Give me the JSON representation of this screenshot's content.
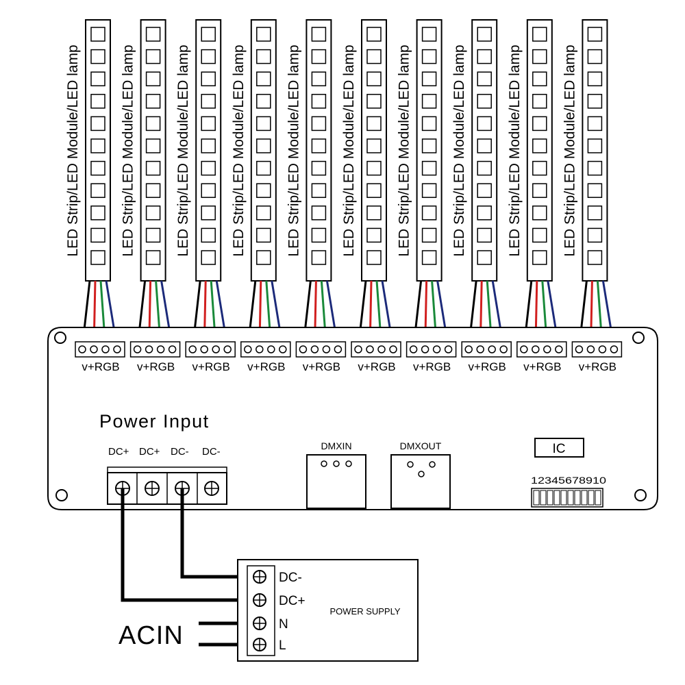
{
  "strip_label": "LED Strip/LED Module/LED lamp",
  "channel_label": "v+RGB",
  "channel_count": 10,
  "segments_per_strip": 11,
  "wire_colors": {
    "v": "#000000",
    "r": "#d11f1f",
    "g": "#1a8a3a",
    "b": "#1c2a7a"
  },
  "power_input": {
    "title": "Power Input",
    "terminals": [
      "DC+",
      "DC+",
      "DC-",
      "DC-"
    ]
  },
  "dmx_in": {
    "label": "DMXIN"
  },
  "dmx_out": {
    "label": "DMXOUT"
  },
  "ic": {
    "label": "IC"
  },
  "dip": {
    "label": "12345678910",
    "switch_count": 10
  },
  "power_supply": {
    "label": "POWER SUPPLY",
    "terminals": [
      "DC-",
      "DC+",
      "N",
      "L"
    ]
  },
  "acin_label": "ACIN"
}
